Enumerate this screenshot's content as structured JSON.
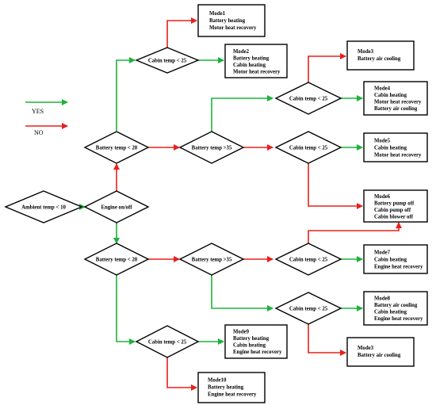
{
  "colors": {
    "yes": "#1bb33a",
    "no": "#e8201c",
    "outline": "#000000"
  },
  "legend": {
    "yes_label": "YES",
    "no_label": "NO"
  },
  "decisions": {
    "ambient": "Ambient temp < 10",
    "engine": "Engine on/off",
    "battery_upper": "Battery temp < 20",
    "battery_lower": "Battery temp < 20",
    "battery35_upper": "Battery temp >35",
    "battery35_lower": "Battery temp >35",
    "cabin_a": "Cabin temp < 25",
    "cabin_b": "Cabin temp < 25",
    "cabin_c": "Cabin temp < 25",
    "cabin_d": "Cabin temp < 25",
    "cabin_e": "Cabin temp < 25",
    "cabin_f": "Cabin temp < 25"
  },
  "modes": {
    "mode1": [
      "Mode1",
      "Battery heating",
      "Motor heat recovery"
    ],
    "mode2": [
      "Mode2",
      "Battery heating",
      "Cabin heating",
      "Motor heat recovery"
    ],
    "mode3a": [
      "Mode3",
      "Battery air cooling"
    ],
    "mode4": [
      "Mode4",
      "Cabin heating",
      "Motor heat recovery",
      "Battery air cooling"
    ],
    "mode5": [
      "Mode5",
      "Cabin heating",
      "Motor heat recovery"
    ],
    "mode6": [
      "Mode6",
      "Battery pump off",
      "Cabin pump off",
      "Cabin blower off"
    ],
    "mode7": [
      "Mode7",
      "Cabin heating",
      "Engine heat recovery"
    ],
    "mode8": [
      "Mode8",
      "Battery air cooling",
      "Cabin heating",
      "Engine heat recovery"
    ],
    "mode3b": [
      "Mode3",
      "Battery air cooling"
    ],
    "mode9": [
      "Mode9",
      "Battery heating",
      "Cabin heating",
      "Engine heat recovery"
    ],
    "mode10": [
      "Mode10",
      "Battery heating",
      "Engine heat recovery"
    ]
  }
}
